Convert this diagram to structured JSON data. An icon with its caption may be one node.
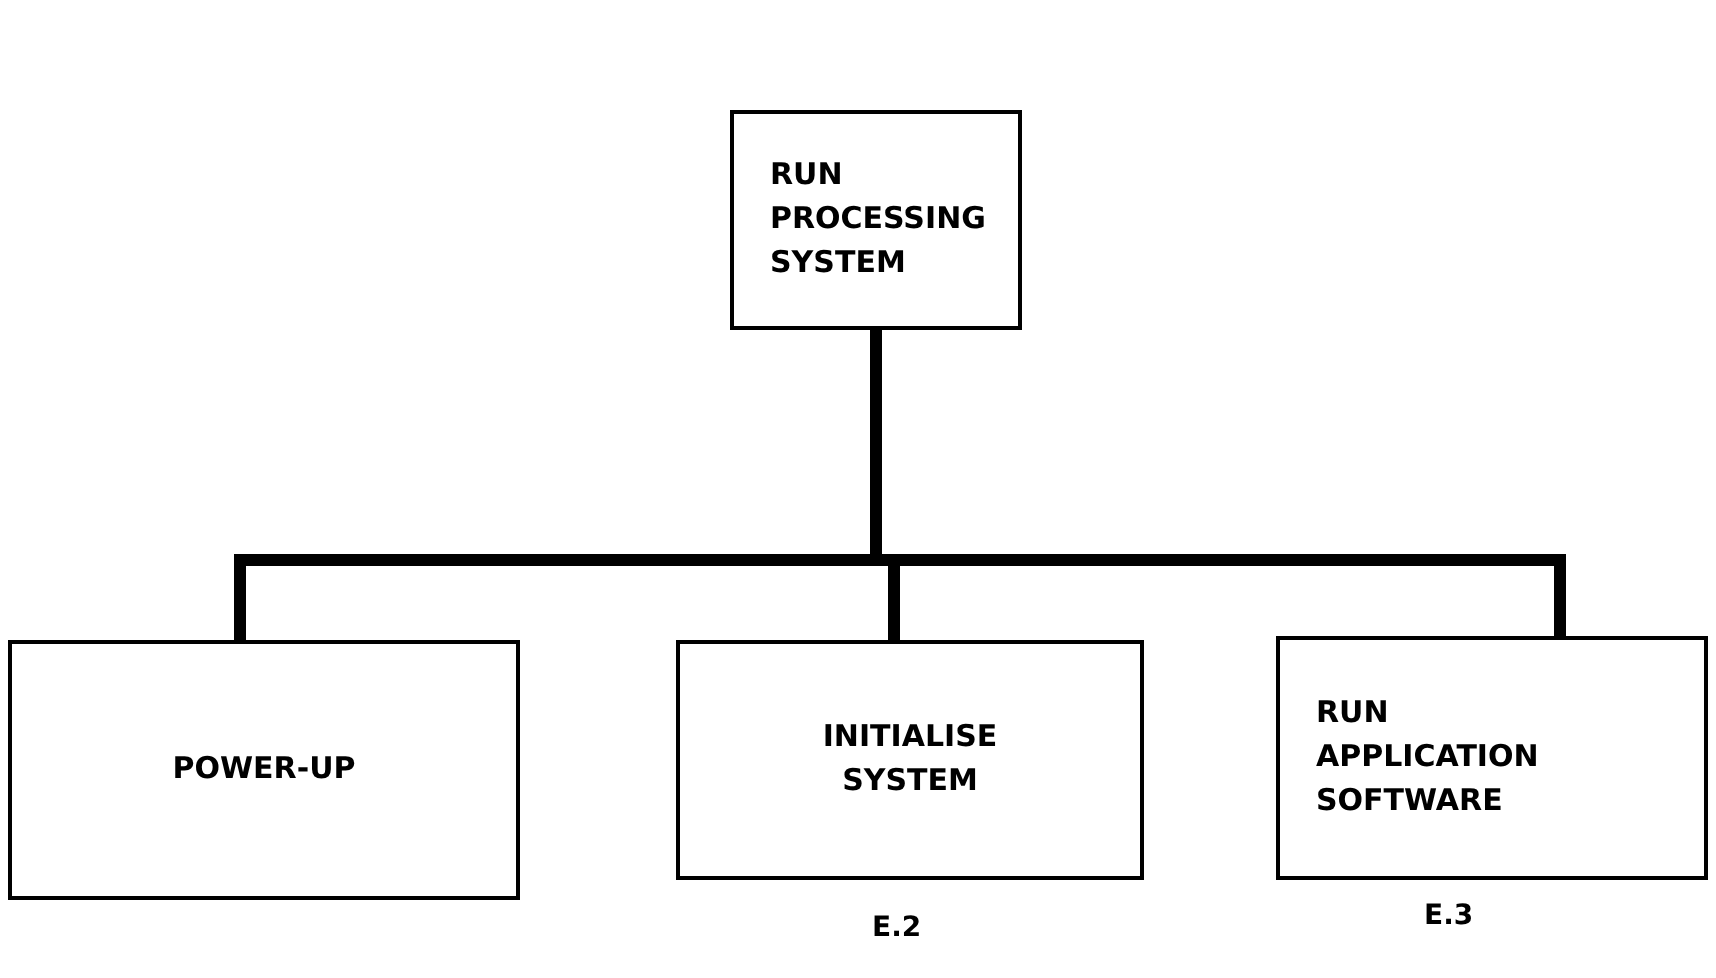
{
  "diagram": {
    "nodes": [
      {
        "text": [
          "RUN PROCESSING SYSTEM"
        ]
      },
      {
        "text": [
          "POWER-UP"
        ]
      },
      {
        "text": [
          "INITIALISE SYSTEM"
        ],
        "beside": [
          "E.2"
        ]
      },
      {
        "text": [
          "RUN APPLICATION SOFTWARE"
        ],
        "beside": [
          "E.3"
        ]
      }
    ],
    "edges": [
      {
        "from": 0,
        "to": 1,
        "arrow": "none"
      },
      {
        "from": 0,
        "to": 2,
        "arrow": "none"
      },
      {
        "from": 0,
        "to": 3,
        "arrow": "none"
      }
    ]
  }
}
